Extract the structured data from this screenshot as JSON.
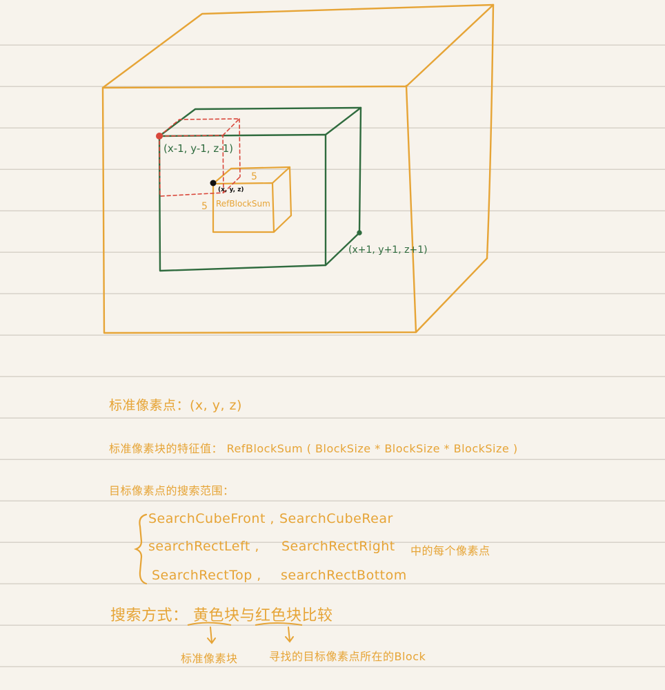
{
  "colors": {
    "orange": "#e6a436",
    "green": "#2f6b3e",
    "red": "#d9473b",
    "black": "#111111",
    "paper": "#f7f3ec",
    "rule": "#d7d2c9"
  },
  "diagram": {
    "red_corner_label": "(x-1, y-1, z-1)",
    "center_label": "(x, y, z)",
    "green_corner_label": "(x+1, y+1, z+1)",
    "block_size_top": "5",
    "block_size_left": "5",
    "block_name": "RefBlockSum"
  },
  "notes": {
    "line1": "标准像素点：(x, y, z)",
    "line2": "标准像素块的特征值：  RefBlockSum   ( BlockSize * BlockSize * BlockSize )",
    "line3": "目标像素点的搜索范围：",
    "range_row1_a": "SearchCubeFront ,",
    "range_row1_b": "SearchCubeRear",
    "range_row2_a": "searchRectLeft   ,",
    "range_row2_b": "SearchRectRight",
    "range_row2_note": "中的每个像素点",
    "range_row3_a": "SearchRectTop   ,",
    "range_row3_b": "searchRectBottom",
    "method": "搜索方式： 黄色块与红色块比较",
    "arrow_left_label": "标准像素块",
    "arrow_right_label": "寻找的目标像素点所在的Block"
  }
}
